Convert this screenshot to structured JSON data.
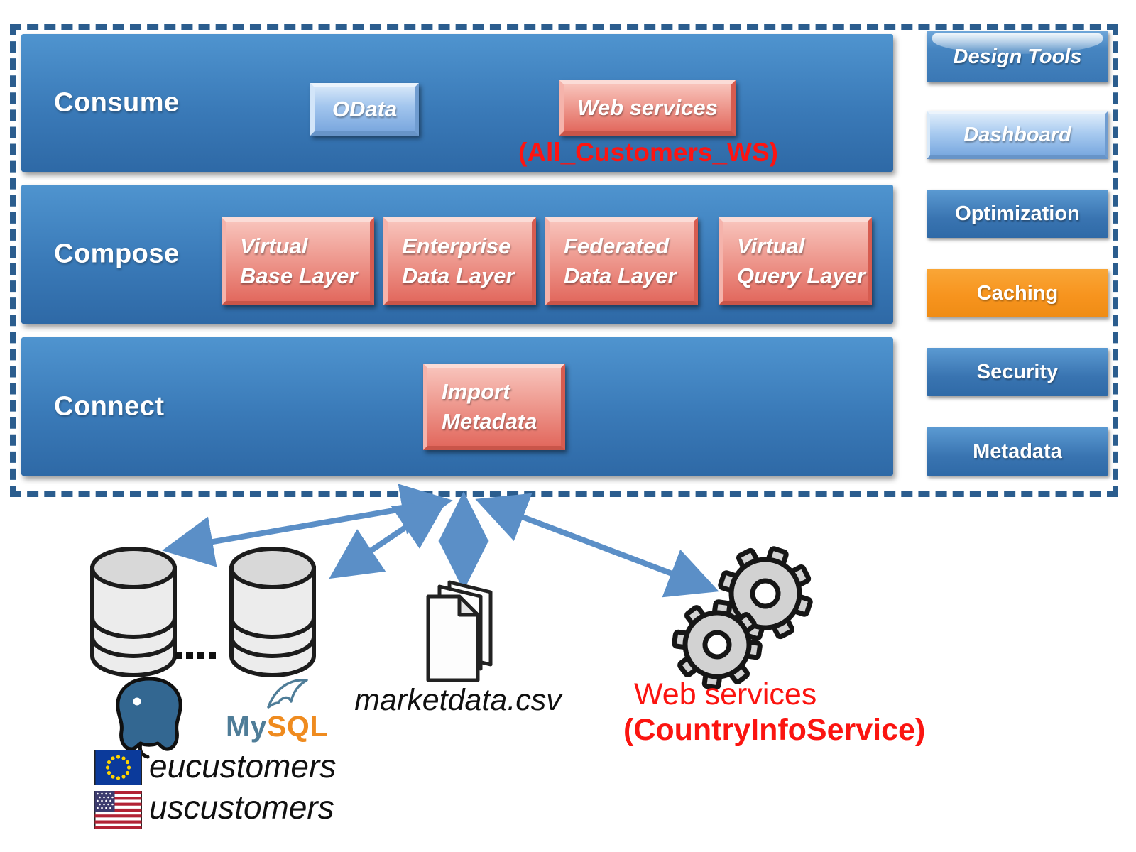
{
  "layers": [
    {
      "label": "Consume",
      "buttons": [
        {
          "label": "OData"
        },
        {
          "label": "Web services"
        }
      ],
      "caption": "(All_Customers_WS)"
    },
    {
      "label": "Compose",
      "buttons": [
        {
          "label": "Virtual\nBase Layer"
        },
        {
          "label": "Enterprise\nData Layer"
        },
        {
          "label": "Federated\nData Layer"
        },
        {
          "label": "Virtual\nQuery Layer"
        }
      ]
    },
    {
      "label": "Connect",
      "buttons": [
        {
          "label": "Import\nMetadata"
        }
      ]
    }
  ],
  "sidebar": {
    "items": [
      {
        "label": "Design Tools"
      },
      {
        "label": "Dashboard"
      },
      {
        "label": "Optimization"
      },
      {
        "label": "Caching"
      },
      {
        "label": "Security"
      },
      {
        "label": "Metadata"
      }
    ]
  },
  "sources": {
    "databases": {
      "separator": "....",
      "schemas": [
        {
          "label": "eucustomers"
        },
        {
          "label": "uscustomers"
        }
      ],
      "mysql_wordmark": {
        "part1": "My",
        "part2": "SQL"
      }
    },
    "csv_file": {
      "label": "marketdata.csv"
    },
    "web_service": {
      "title": "Web services",
      "caption": "(CountryInfoService)"
    }
  },
  "colors": {
    "layer_blue": "#3a7ab8",
    "boundary_blue": "#2b5d8e",
    "arrow_blue": "#5b8fc7",
    "button_red": "#e2695e",
    "button_light_blue": "#a3c6ee",
    "accent_orange": "#f7941e",
    "callout_red": "#fe1411"
  }
}
